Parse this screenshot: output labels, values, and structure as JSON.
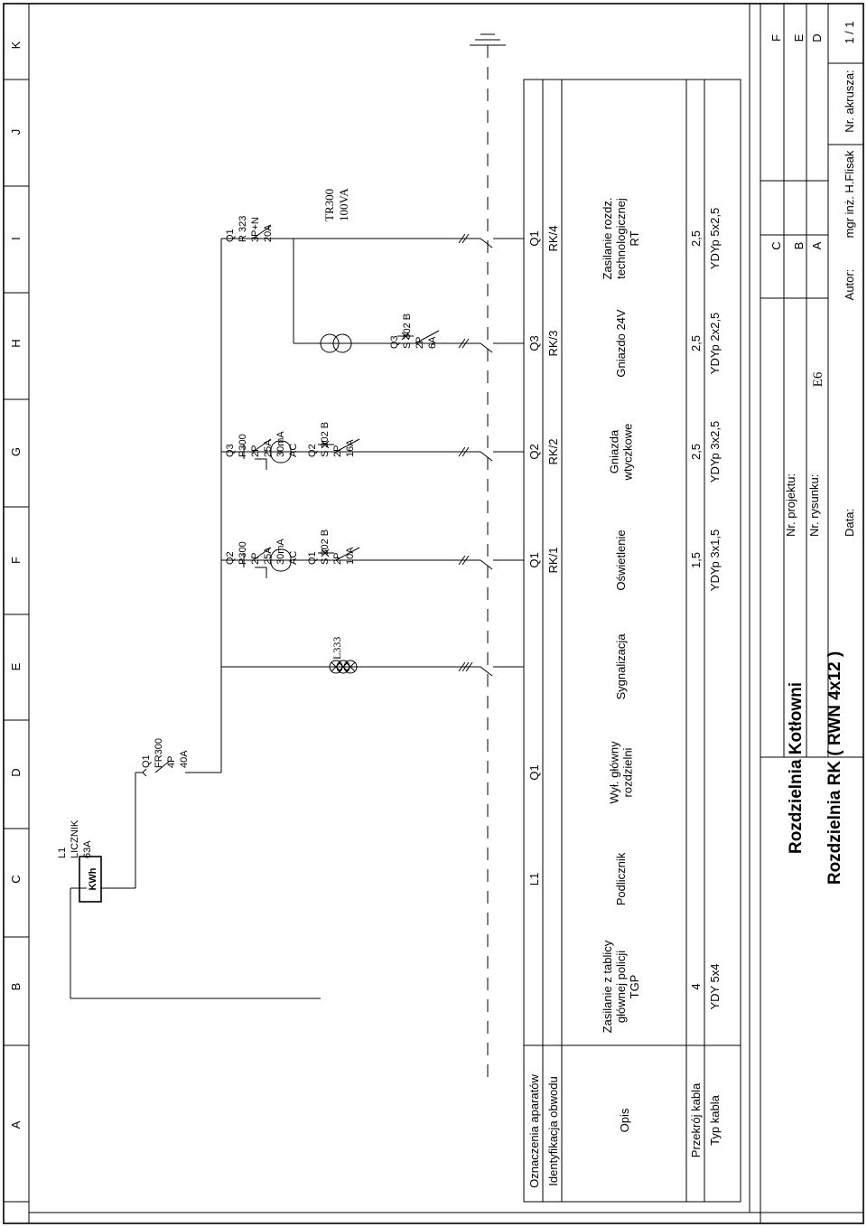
{
  "grid": {
    "columns": [
      "A",
      "B",
      "C",
      "D",
      "E",
      "F",
      "G",
      "H",
      "I",
      "J",
      "K"
    ]
  },
  "table": {
    "row_labels": {
      "device_designation": "Oznaczenia aparatów",
      "circuit_id": "Identyfikacja obwodu",
      "description": "Opis",
      "cable_section": "Przekrój kabla",
      "cable_type": "Typ kabla"
    },
    "columns": [
      {
        "device": "",
        "circuit": "",
        "desc": [
          "Zasilanie z tablicy",
          "głównej policji",
          "TGP"
        ],
        "section": "4",
        "type": "YDY 5x4"
      },
      {
        "device": "L1",
        "circuit": "",
        "desc": [
          "Podlicznik"
        ],
        "section": "",
        "type": ""
      },
      {
        "device": "Q1",
        "circuit": "",
        "desc": [
          "Wył. główny",
          "rozdzielni"
        ],
        "section": "",
        "type": ""
      },
      {
        "device": "",
        "circuit": "",
        "desc": [
          "Sygnalizacja"
        ],
        "section": "",
        "type": ""
      },
      {
        "device": "Q1",
        "circuit": "RK/1",
        "desc": [
          "Oświetlenie"
        ],
        "section": "1,5",
        "type": "YDYp 3x1,5"
      },
      {
        "device": "Q2",
        "circuit": "RK/2",
        "desc": [
          "Gniazda",
          "wtyczkowe"
        ],
        "section": "2,5",
        "type": "YDYp 3x2,5"
      },
      {
        "device": "Q3",
        "circuit": "RK/3",
        "desc": [
          "Gniazdo 24V"
        ],
        "section": "2,5",
        "type": "YDYp 2x2,5"
      },
      {
        "device": "Q1",
        "circuit": "RK/4",
        "desc": [
          "Zasilanie rozdz.",
          "technologicznej",
          "RT"
        ],
        "section": "2,5",
        "type": "YDYp 5x2,5"
      }
    ]
  },
  "components": {
    "meter": {
      "label": [
        "L1",
        "LICZNIK",
        "63A"
      ],
      "symbol": "KWh"
    },
    "main_switch": {
      "label": [
        "Q1",
        "FR300",
        "4P",
        "40A"
      ]
    },
    "lamps": {
      "label": "L333"
    },
    "rcd1": {
      "label": [
        "Q2",
        "P300",
        "2P",
        "25A",
        "30mA",
        "AC"
      ]
    },
    "rcd2": {
      "label": [
        "Q3",
        "P300",
        "2P",
        "25A",
        "30mA",
        "AC"
      ]
    },
    "mcb1": {
      "label": [
        "Q1",
        "S 302 B",
        "2P",
        "10A"
      ]
    },
    "mcb2": {
      "label": [
        "Q2",
        "S 302 B",
        "2P",
        "16A"
      ]
    },
    "mcb3": {
      "label": [
        "Q3",
        "S 302 B",
        "2P",
        "6A"
      ]
    },
    "transformer": {
      "label": [
        "TR300",
        "100VA"
      ]
    },
    "rcbo": {
      "label": [
        "Q1",
        "R 323",
        "3P+N",
        "20A"
      ]
    }
  },
  "title_block": {
    "project_name": "Rozdzielnia Kotłowni",
    "drawing_name": "Rozdzielnia RK ( RWN 4x12 )",
    "project_no_label": "Nr. projektu:",
    "drawing_no_label": "Nr. rysunku:",
    "drawing_no_value": "E6",
    "date_label": "Data:",
    "author_label": "Autor:",
    "author_value": "mgr inż. H.Flisak",
    "sheet_label": "Nr. akrusza:",
    "sheet_value": "1 / 1",
    "revisions": [
      "A",
      "B",
      "C",
      "D",
      "E",
      "F"
    ]
  }
}
